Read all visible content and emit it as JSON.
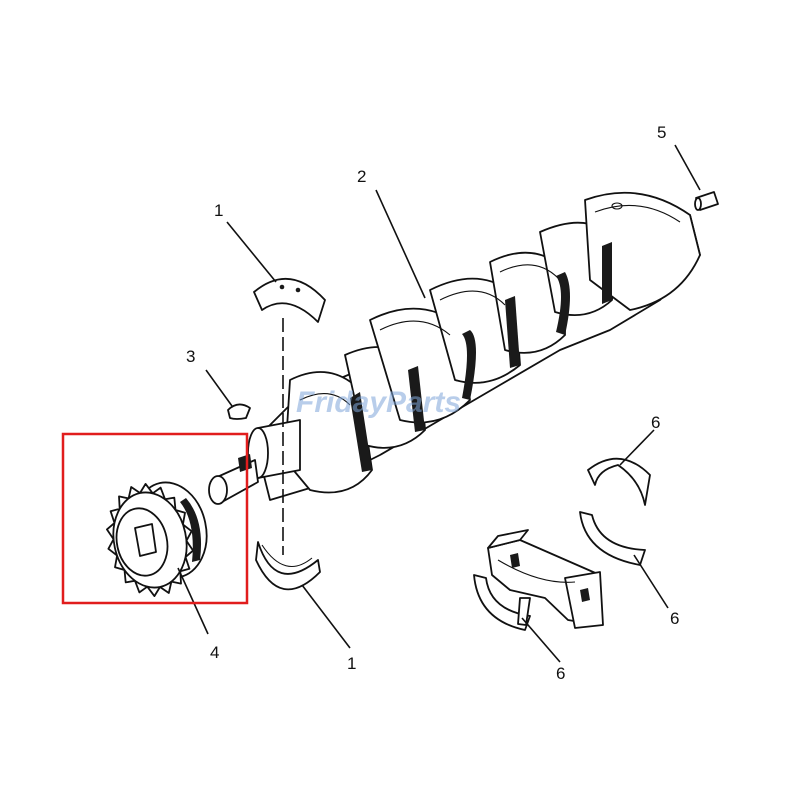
{
  "diagram": {
    "watermark": "FridayParts",
    "highlight_color": "#e11d1d",
    "callouts": [
      {
        "id": "label-1-top",
        "text": "1",
        "part": "upper-main-bearing"
      },
      {
        "id": "label-2",
        "text": "2",
        "part": "crankshaft"
      },
      {
        "id": "label-3",
        "text": "3",
        "part": "woodruff-key"
      },
      {
        "id": "label-4",
        "text": "4",
        "part": "crankshaft-gear"
      },
      {
        "id": "label-5",
        "text": "5",
        "part": "dowel-pin"
      },
      {
        "id": "label-1-bottom",
        "text": "1",
        "part": "lower-main-bearing"
      },
      {
        "id": "label-6-top",
        "text": "6",
        "part": "thrust-washer-upper"
      },
      {
        "id": "label-6-mid",
        "text": "6",
        "part": "thrust-washer-right"
      },
      {
        "id": "label-6-bottom",
        "text": "6",
        "part": "thrust-washer-lower"
      }
    ]
  }
}
